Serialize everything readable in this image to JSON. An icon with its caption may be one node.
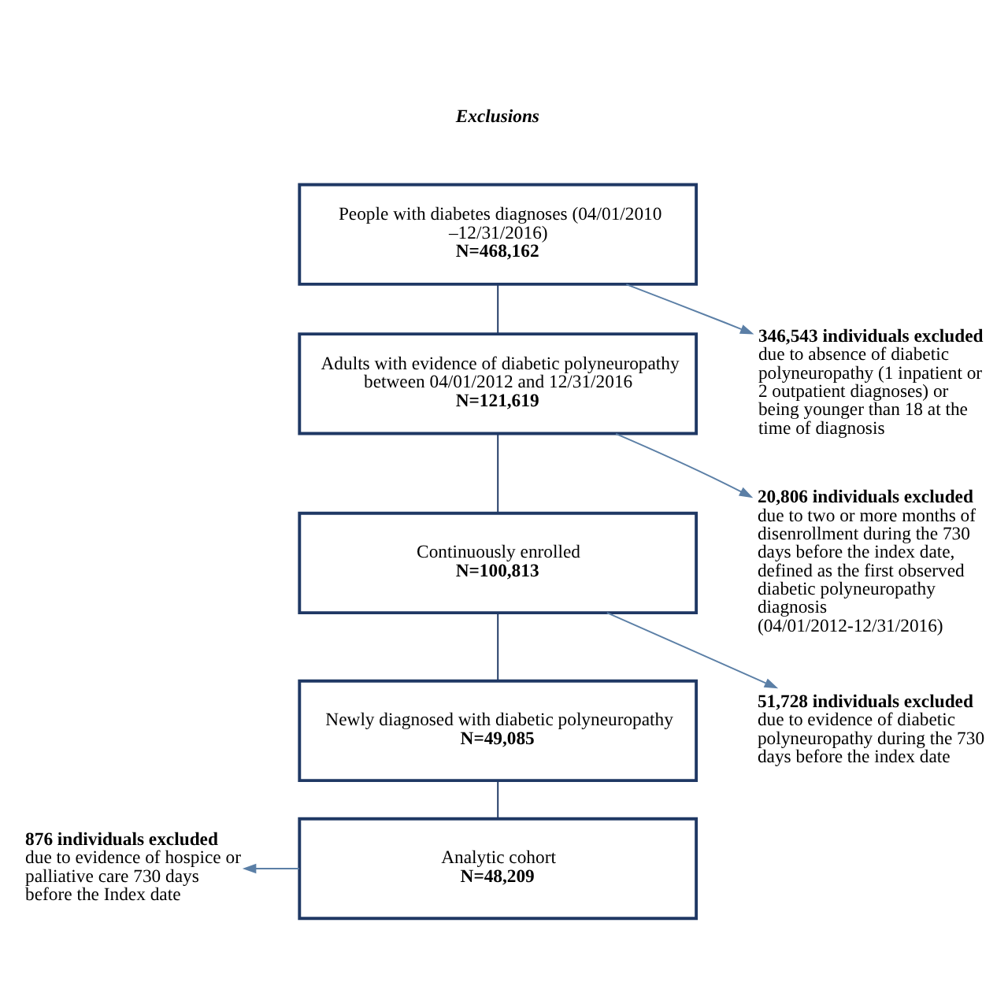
{
  "diagram": {
    "nodes": [
      {
        "text": [
          "People with diabetes diagnoses (04/01/2010 –12/31/2016)",
          "N=468,162"
        ]
      },
      {
        "text": [
          "Adults with evidence of diabetic polyneuropathy between 04/01/2012 and 12/31/2016",
          "N=121,619"
        ]
      },
      {
        "text": [
          "Continuously enrolled",
          "N=100,813"
        ]
      },
      {
        "text": [
          "Newly diagnosed with diabetic polyneuropathy",
          "N=49,085"
        ]
      },
      {
        "text": [
          "Analytic cohort",
          "N=48,209"
        ]
      },
      {
        "text": [
          "346,543 individuals excluded",
          "due to absence of diabetic polyneuropathy (1 inpatient or 2 outpatient diagnoses) or being younger than 18 at the time of diagnosis"
        ]
      },
      {
        "text": [
          "20,806 individuals excluded",
          "due to two or more months of disenrollment during the 730 days before the index date, defined as the first observed diabetic polyneuropathy diagnosis (04/01/2012-12/31/2016)"
        ]
      },
      {
        "text": [
          "51,728 individuals excluded",
          "due to evidence of diabetic polyneuropathy during the 730 days before the index date"
        ]
      },
      {
        "text": [
          "876 individuals excluded",
          "due to evidence of hospice or palliative care 730 days before the Index date"
        ]
      }
    ],
    "edges": [
      {
        "from": 0,
        "to": 1,
        "arrow": "none"
      },
      {
        "from": 0,
        "to": 5,
        "arrow": "to"
      },
      {
        "from": 1,
        "to": 2,
        "arrow": "none"
      },
      {
        "from": 1,
        "to": 6,
        "arrow": "to"
      },
      {
        "from": 2,
        "to": 3,
        "arrow": "none"
      },
      {
        "from": 2,
        "to": 7,
        "arrow": "to"
      },
      {
        "from": 3,
        "to": 4,
        "arrow": "none"
      },
      {
        "from": 4,
        "to": 8,
        "arrow": "to"
      }
    ],
    "labels": [
      "Exclusions"
    ]
  }
}
